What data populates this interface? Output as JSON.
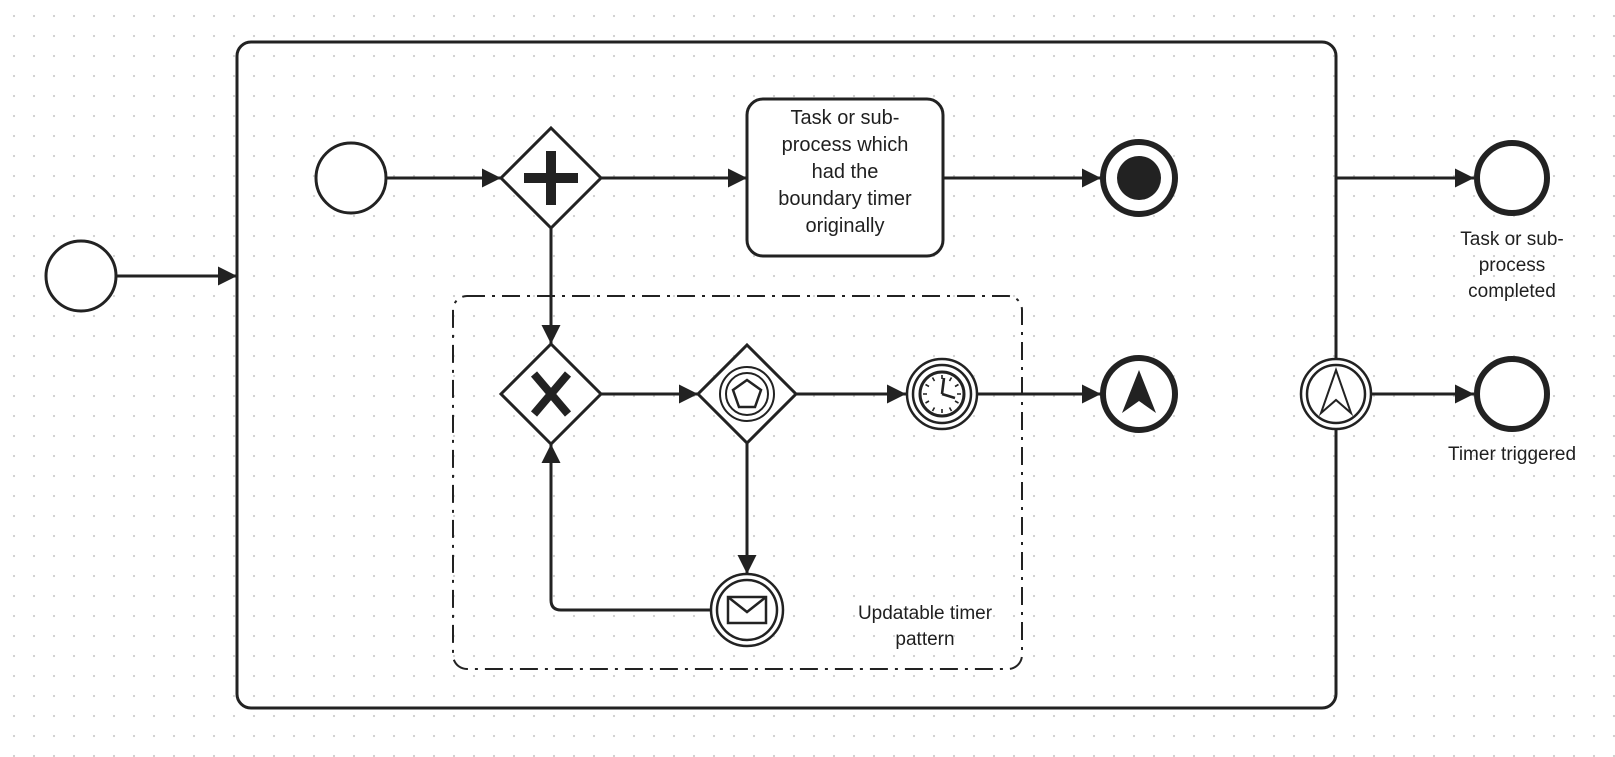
{
  "diagram": {
    "stroke_color": "#222222",
    "task": {
      "label": "Task or sub-\nprocess which\nhad the\nboundary timer\noriginally"
    },
    "group": {
      "label": "Updatable timer\npattern"
    },
    "outcomes": {
      "completed_label": "Task or sub-\nprocess\ncompleted",
      "timer_label": "Timer triggered"
    },
    "icons": {
      "parallel_gateway": "plus-icon",
      "exclusive_gateway": "x-icon",
      "event_based_gateway": "pentagon-icon",
      "message_event": "envelope-icon",
      "timer_event": "clock-icon",
      "escalation_end": "arrow-up-icon",
      "escalation_boundary": "arrow-up-icon",
      "terminate_end": "filled-circle-icon"
    }
  }
}
